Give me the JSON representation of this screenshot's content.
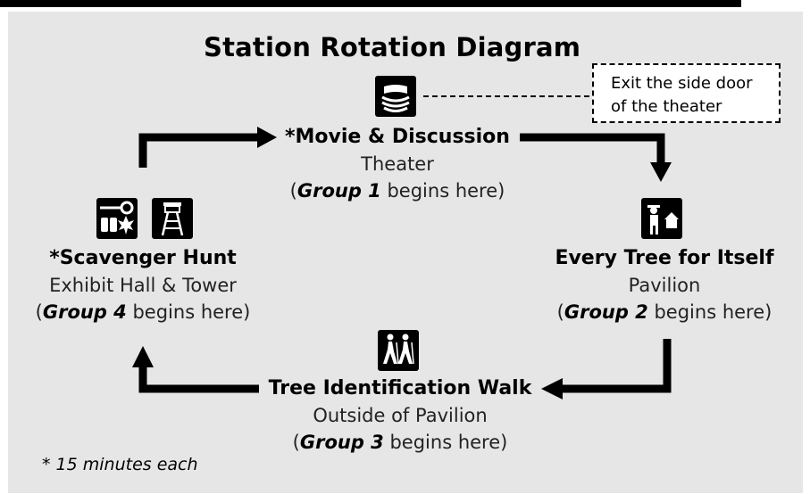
{
  "title": "Station Rotation Diagram",
  "callout": {
    "line1": "Exit the side door",
    "line2": "of the theater"
  },
  "stations": {
    "movie": {
      "name": "*Movie & Discussion",
      "location": "Theater",
      "group": "Group 1",
      "suffix": " begins here)"
    },
    "tree": {
      "name": "Every Tree for Itself",
      "location": "Pavilion",
      "group": "Group 2",
      "suffix": " begins here)"
    },
    "walk": {
      "name": "Tree Identification Walk",
      "location": "Outside of Pavilion",
      "group": "Group 3",
      "suffix": " begins here)"
    },
    "hunt": {
      "name": "*Scavenger Hunt",
      "location": "Exhibit Hall & Tower",
      "group": "Group 4",
      "suffix": " begins here)"
    }
  },
  "paren_open": "(",
  "footnote": "* 15 minutes each",
  "icons": [
    "theater-icon",
    "ranger-house-icon",
    "hikers-icon",
    "binoculars-leaf-icon",
    "tower-icon"
  ]
}
